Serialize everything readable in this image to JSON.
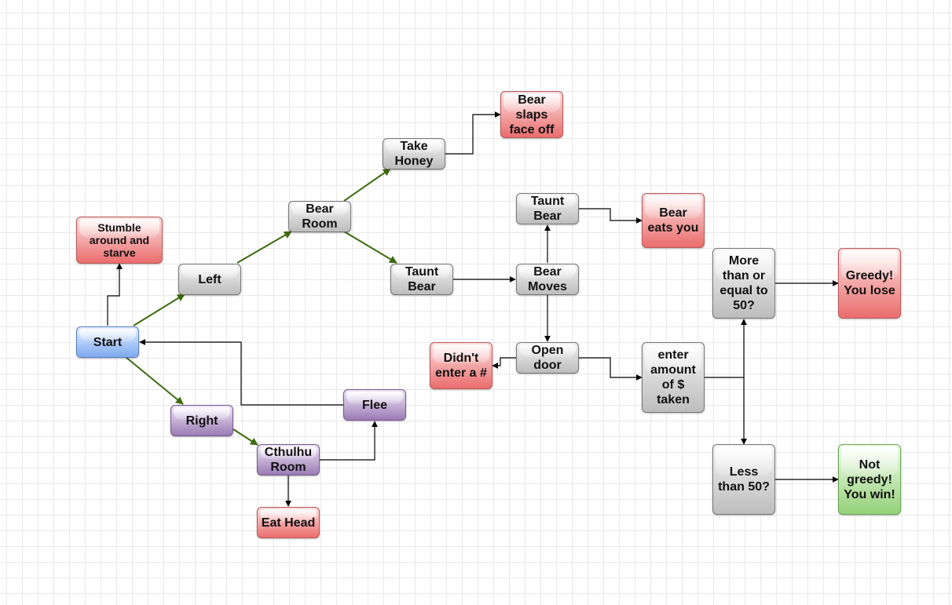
{
  "colors": {
    "arrow_green": "#3d6b0f",
    "arrow_black": "#000000"
  },
  "nodes": {
    "start": "Start",
    "stumble": "Stumble around and starve",
    "left": "Left",
    "bear_room": "Bear Room",
    "take_honey": "Take Honey",
    "bear_slaps": "Bear slaps face off",
    "taunt_bear_1": "Taunt Bear",
    "taunt_bear_2": "Taunt Bear",
    "bear_eats": "Bear eats you",
    "bear_moves": "Bear Moves",
    "open_door": "Open door",
    "didnt_enter": "Didn't enter a #",
    "enter_amount": "enter amount of $ taken",
    "more_than": "More than or equal to 50?",
    "greedy_lose": "Greedy! You lose",
    "less_than": "Less than 50?",
    "not_greedy": "Not greedy! You win!",
    "right": "Right",
    "flee": "Flee",
    "cthulhu_room": "Cthulhu Room",
    "eat_head": "Eat Head"
  }
}
